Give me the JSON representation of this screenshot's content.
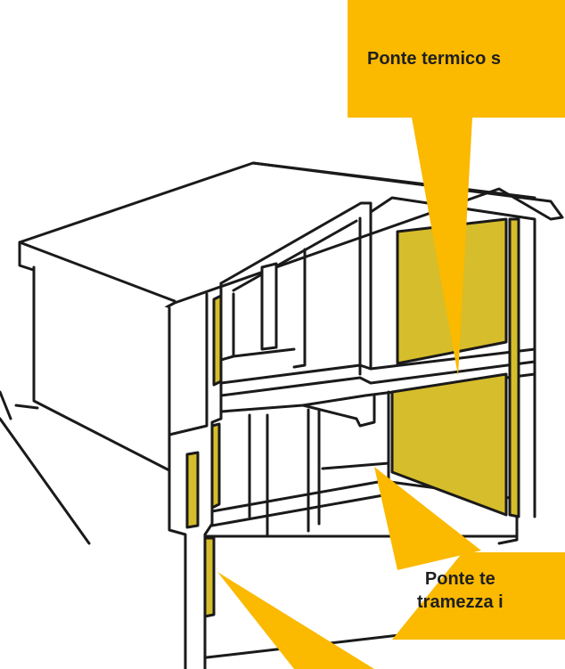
{
  "colors": {
    "callout_fill": "#fbb900",
    "insulation_fill": "#d6bd2b",
    "outline": "#1a1a1a",
    "background": "#ffffff"
  },
  "callouts": {
    "top": {
      "text": "Ponte termico s"
    },
    "mid": {
      "line1": "Ponte te",
      "line2": "tramezza i"
    },
    "bottom": {
      "text": ""
    }
  }
}
